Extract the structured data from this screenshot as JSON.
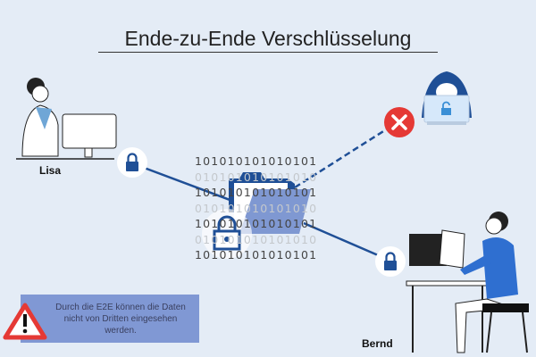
{
  "title": "Ende-zu-Ende Verschlüsselung",
  "people": {
    "sender": "Lisa",
    "receiver": "Bernd"
  },
  "binary_rows": [
    "101010101010101",
    "010101010101010",
    "101010101010101",
    "010101010101010",
    "101010101010101",
    "010101010101010",
    "101010101010101"
  ],
  "note": "Durch die E2E können die Daten nicht von Dritten eingesehen werden.",
  "colors": {
    "accent": "#1f4f96",
    "folder": "#7f98d2",
    "blocked": "#e53935",
    "note_bg": "#8098d4"
  }
}
